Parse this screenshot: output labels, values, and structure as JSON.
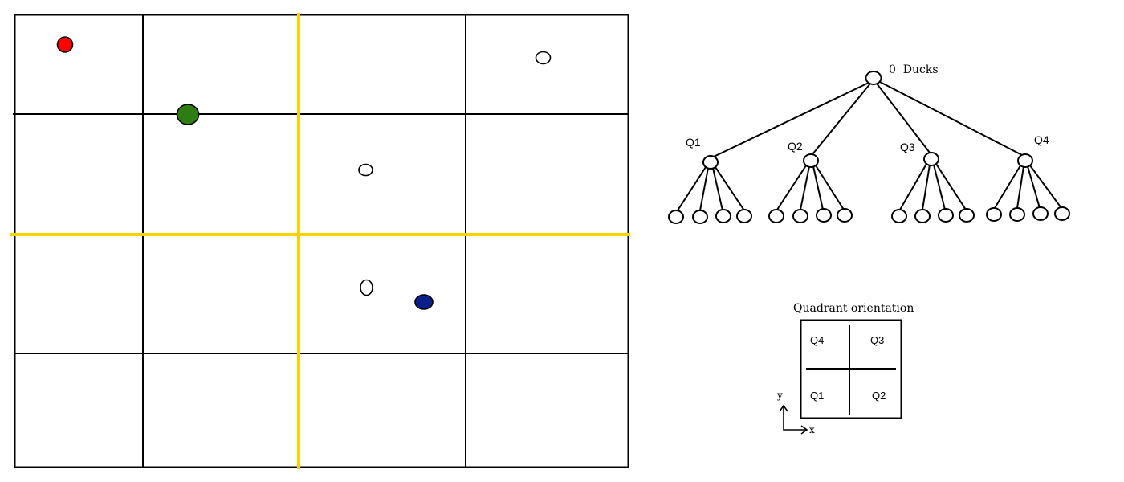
{
  "grid": {
    "cols": 4,
    "rows": 4,
    "border_color": "#000000",
    "divider_color": "#f7d300",
    "points": [
      {
        "name": "red-duck",
        "fill": "#ff0000",
        "filled": true
      },
      {
        "name": "green-duck",
        "fill": "#2e7d12",
        "filled": true
      },
      {
        "name": "blue-duck",
        "fill": "#0b1f8a",
        "filled": true
      },
      {
        "name": "empty-point-top-right",
        "fill": "#ffffff",
        "filled": false
      },
      {
        "name": "empty-point-center",
        "fill": "#ffffff",
        "filled": false
      },
      {
        "name": "empty-point-lower-center",
        "fill": "#ffffff",
        "filled": false
      }
    ]
  },
  "tree": {
    "root_label": "0  Ducks",
    "children": [
      {
        "label": "Q1",
        "leaves": 4
      },
      {
        "label": "Q2",
        "leaves": 4
      },
      {
        "label": "Q3",
        "leaves": 4
      },
      {
        "label": "Q4",
        "leaves": 4
      }
    ]
  },
  "orientation": {
    "title": "Quadrant orientation",
    "quadrants": {
      "top_left": "Q4",
      "top_right": "Q3",
      "bottom_left": "Q1",
      "bottom_right": "Q2"
    },
    "axis_y": "y",
    "axis_x": "x"
  }
}
